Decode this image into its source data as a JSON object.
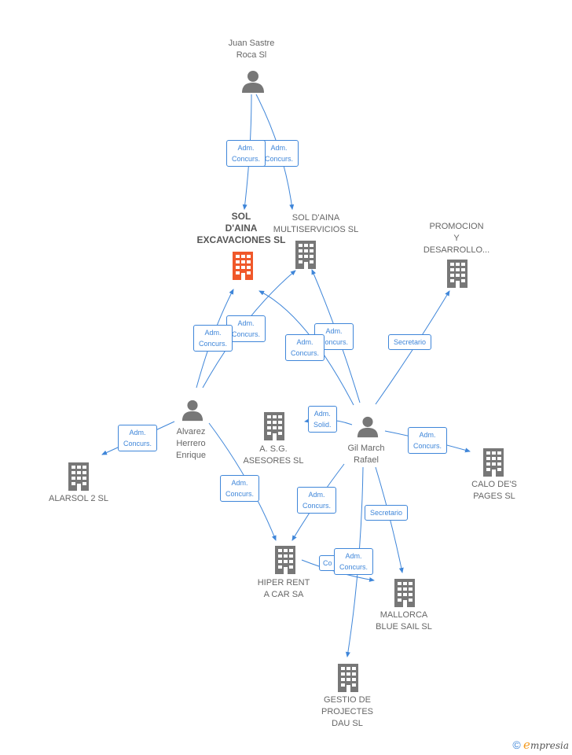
{
  "nodes": {
    "juan_sastre": {
      "kind": "person",
      "label": "Juan Sastre\nRoca Sl"
    },
    "sol_aina_exc": {
      "kind": "company",
      "label": "SOL\nD'AINA\nEXCAVACIONES SL",
      "highlight": true
    },
    "sol_aina_mult": {
      "kind": "company",
      "label": "SOL D'AINA\nMULTISERVICIOS SL"
    },
    "promocion": {
      "kind": "company",
      "label": "PROMOCION\nY\nDESARROLLO..."
    },
    "alvarez": {
      "kind": "person",
      "label": "Alvarez\nHerrero\nEnrique"
    },
    "asg": {
      "kind": "company",
      "label": "A. S.G.\nASESORES SL"
    },
    "gil_march": {
      "kind": "person",
      "label": "Gil March\nRafael"
    },
    "calo": {
      "kind": "company",
      "label": "CALO DE'S\nPAGES SL"
    },
    "alarsol": {
      "kind": "company",
      "label": "ALARSOL 2 SL"
    },
    "hiper": {
      "kind": "company",
      "label": "HIPER RENT\nA CAR SA"
    },
    "mallorca": {
      "kind": "company",
      "label": "MALLORCA\nBLUE SAIL SL"
    },
    "gestio": {
      "kind": "company",
      "label": "GESTIO DE\nPROJECTES\nDAU SL"
    }
  },
  "roles": {
    "adm_concurs": "Adm.\nConcurs.",
    "adm_solid": "Adm.\nSolid.",
    "secretario": "Secretario",
    "concurs_partial_1": "Adm.\nConcurs.",
    "concurs_partial_2": "Co"
  },
  "edges": [
    {
      "from": "juan_sastre",
      "to": "sol_aina_exc",
      "role": "Adm.\nConcurs."
    },
    {
      "from": "juan_sastre",
      "to": "sol_aina_mult",
      "role": "Adm.\nConcurs."
    },
    {
      "from": "alvarez",
      "to": "sol_aina_exc",
      "role": "Adm.\nConcurs."
    },
    {
      "from": "alvarez",
      "to": "sol_aina_mult",
      "role": "Adm.\nConcurs."
    },
    {
      "from": "alvarez",
      "to": "alarsol",
      "role": "Adm.\nConcurs."
    },
    {
      "from": "alvarez",
      "to": "hiper",
      "role": "Adm.\nConcurs."
    },
    {
      "from": "gil_march",
      "to": "sol_aina_exc",
      "role": "Adm.\nConcurs."
    },
    {
      "from": "gil_march",
      "to": "sol_aina_mult",
      "role": "Adm.\nConcurs."
    },
    {
      "from": "gil_march",
      "to": "promocion",
      "role": "Secretario"
    },
    {
      "from": "gil_march",
      "to": "asg",
      "role": "Adm.\nSolid."
    },
    {
      "from": "gil_march",
      "to": "calo",
      "role": "Adm.\nConcurs."
    },
    {
      "from": "gil_march",
      "to": "hiper",
      "role": "Adm.\nConcurs."
    },
    {
      "from": "gil_march",
      "to": "mallorca",
      "role": "Secretario"
    },
    {
      "from": "gil_march",
      "to": "gestio",
      "role": "Adm.\nConcurs."
    },
    {
      "from": "hiper",
      "to": "mallorca",
      "role": "Co"
    }
  ],
  "footer": {
    "copyright": "©",
    "brand_first": "e",
    "brand_rest": "mpresia"
  },
  "colors": {
    "edge": "#3f86d9",
    "icon": "#777777",
    "highlight": "#f0582a"
  }
}
